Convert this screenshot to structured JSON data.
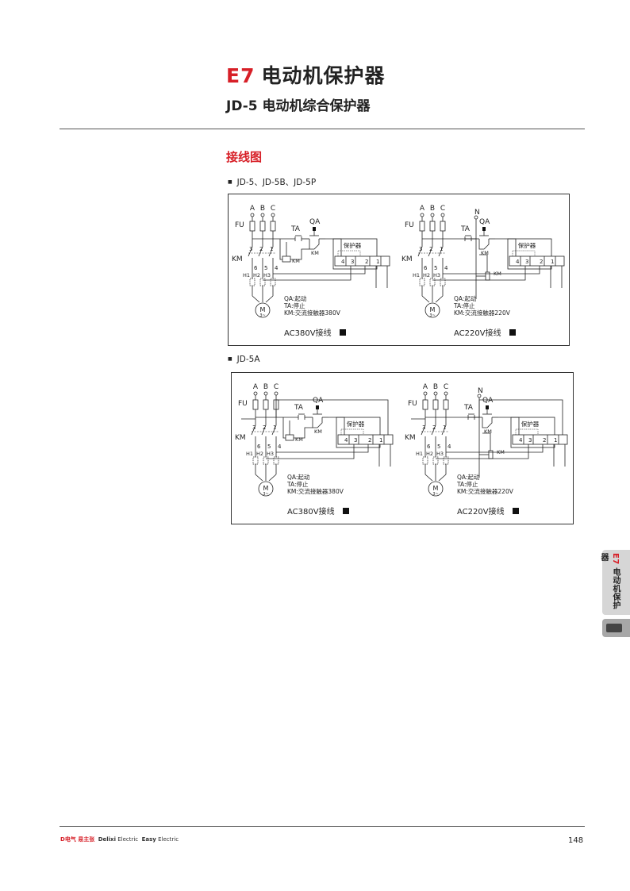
{
  "header": {
    "code": "E7",
    "title": "电动机保护器",
    "subtitle": "JD-5 电动机综合保护器"
  },
  "section": {
    "title": "接线图"
  },
  "groups": [
    {
      "label": "JD-5、JD-5B、JD-5P"
    },
    {
      "label": "JD-5A"
    }
  ],
  "diagram": {
    "phases": [
      "A",
      "B",
      "C"
    ],
    "neutral": "N",
    "fuse": "FU",
    "contactor": "KM",
    "stop": "TA",
    "start": "QA",
    "protector": "保护器",
    "motor": "M",
    "motor_sub": "3~",
    "contacts_top": [
      "3",
      "2",
      "1"
    ],
    "contacts_bottom": [
      "6",
      "5",
      "4"
    ],
    "transformers": [
      "H1",
      "H2",
      "H3"
    ],
    "terminals": [
      "4",
      "3",
      "2",
      "1"
    ],
    "km_label": "KM",
    "legend_qa": "QA:起动",
    "legend_ta": "TA:停止",
    "legend_km_380": "KM:交流接触器380V",
    "legend_km_220": "KM:交流接触器220V",
    "caption_380": "AC380V接线",
    "caption_220": "AC220V接线"
  },
  "side_tab": {
    "code": "E7",
    "label": "电动机保护器"
  },
  "footer": {
    "brand_mark": "D",
    "brand_cn": "电气 易主张",
    "brand_en1": "Delixi",
    "brand_en2": "Electric",
    "brand_en3": "Easy",
    "brand_en4": "Electric",
    "page_number": "148"
  }
}
